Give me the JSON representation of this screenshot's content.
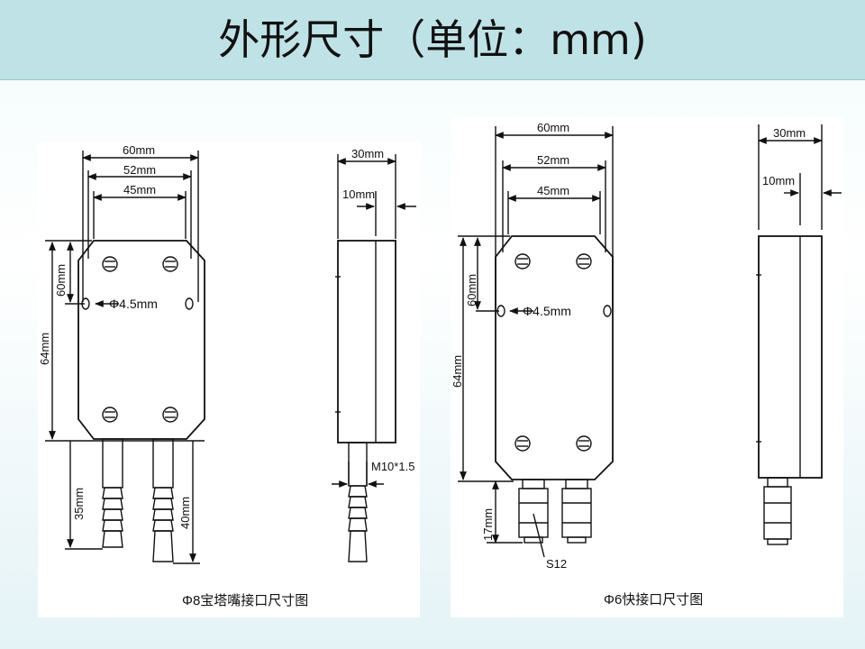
{
  "title": "外形尺寸（单位：mm)",
  "left": {
    "dim_60": "60mm",
    "dim_52": "52mm",
    "dim_45": "45mm",
    "dim_30": "30mm",
    "dim_10": "10mm",
    "dim_height_60": "60mm",
    "dim_height_64": "64mm",
    "hole": "Φ4.5mm",
    "dim_35": "35mm",
    "dim_40": "40mm",
    "thread": "M10*1.5",
    "caption": "Φ8宝塔嘴接口尺寸图"
  },
  "right": {
    "dim_60": "60mm",
    "dim_52": "52mm",
    "dim_45": "45mm",
    "dim_30": "30mm",
    "dim_10": "10mm",
    "dim_height_60": "60mm",
    "dim_height_64": "64mm",
    "hole": "Φ4.5mm",
    "dim_17": "17mm",
    "fitting": "S12",
    "caption": "Φ6快接口尺寸图"
  }
}
